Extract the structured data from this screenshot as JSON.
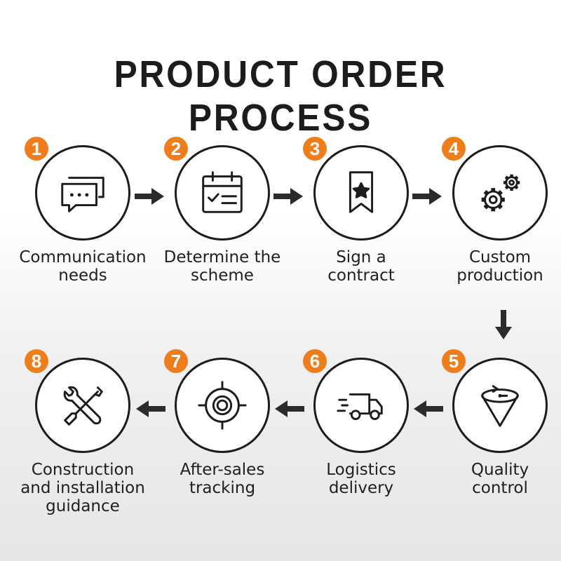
{
  "title": "PRODUCT ORDER PROCESS",
  "colors": {
    "accent": "#ee7d1c",
    "ink": "#1c1c1c"
  },
  "steps": [
    {
      "number": "1",
      "lines": [
        "Communication",
        "needs"
      ],
      "icon": "chat-bubbles-icon"
    },
    {
      "number": "2",
      "lines": [
        "Determine the",
        "scheme"
      ],
      "icon": "calendar-checklist-icon"
    },
    {
      "number": "3",
      "lines": [
        "Sign a",
        "contract"
      ],
      "icon": "star-bookmark-icon"
    },
    {
      "number": "4",
      "lines": [
        "Custom",
        "production"
      ],
      "icon": "gears-icon"
    },
    {
      "number": "5",
      "lines": [
        "Quality",
        "control"
      ],
      "icon": "funnel-filter-icon"
    },
    {
      "number": "6",
      "lines": [
        "Logistics",
        "delivery"
      ],
      "icon": "delivery-truck-icon"
    },
    {
      "number": "7",
      "lines": [
        "After-sales",
        "tracking"
      ],
      "icon": "target-icon"
    },
    {
      "number": "8",
      "lines": [
        "Construction",
        "and installation",
        "guidance"
      ],
      "icon": "wrench-screwdriver-icon"
    }
  ]
}
